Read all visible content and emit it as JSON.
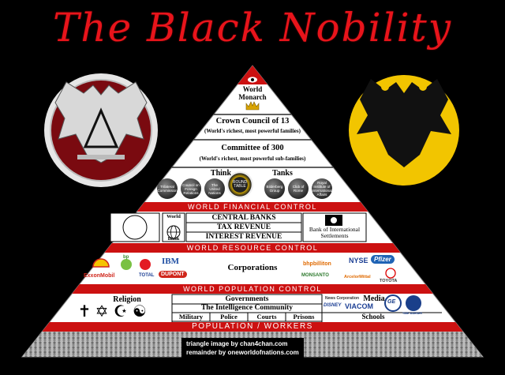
{
  "title": "The Black Nobility",
  "pyramid": {
    "apex": {
      "line1": "World",
      "line2": "Monarch"
    },
    "crown_council": {
      "title": "Crown Council of 13",
      "subtitle": "(World's richest, most powerful families)"
    },
    "committee": {
      "title": "Committee of 300",
      "subtitle": "(World's richest, most powerful sub-families)"
    },
    "think_tanks": {
      "label_left": "Think",
      "label_right": "Tanks",
      "items": [
        "Trilateral Commission",
        "Council on Foreign Relations",
        "The United Nations",
        "ROUND TABLE",
        "Bilderberg Group",
        "Club of Rome",
        "Royal Institute of International Affairs"
      ]
    },
    "band_financial": "WORLD FINANCIAL CONTROL",
    "financial": {
      "world_bank": [
        "World",
        "Bank"
      ],
      "rows": [
        "CENTRAL BANKS",
        "TAX REVENUE",
        "INTEREST REVENUE"
      ],
      "bis": [
        "Bank of International",
        "Settlements"
      ]
    },
    "band_resource": "WORLD RESOURCE CONTROL",
    "resource": {
      "title": "Corporations",
      "logos_left": [
        "bp",
        "IBM",
        "ExxonMobil",
        "TOTAL",
        "DUPONT"
      ],
      "logos_right": [
        "bhpbilliton",
        "NYSE",
        "Pfizer",
        "MONSANTO",
        "ArcelorMittal",
        "TOYOTA"
      ]
    },
    "band_population": "WORLD POPULATION CONTROL",
    "population": {
      "religion": "Religion",
      "symbols": [
        "✝",
        "✡",
        "☪",
        "☯"
      ],
      "governments": "Governments",
      "intelligence": "The Intelligence Community",
      "cells": [
        "Military",
        "Police",
        "Courts",
        "Prisons"
      ],
      "media": "Media",
      "media_logos": [
        "News Corporation",
        "DISNEY",
        "VIACOM",
        "GE",
        "TIME WARNER"
      ],
      "schools": "Schools"
    },
    "band_bottom": "POPULATION / WORKERS"
  },
  "credits": [
    "triangle image by chan4chan.com",
    "remainder by oneworldofnations.com"
  ],
  "colors": {
    "red": "#e8141b",
    "band": "#cc1111",
    "gold": "#f2c500"
  }
}
